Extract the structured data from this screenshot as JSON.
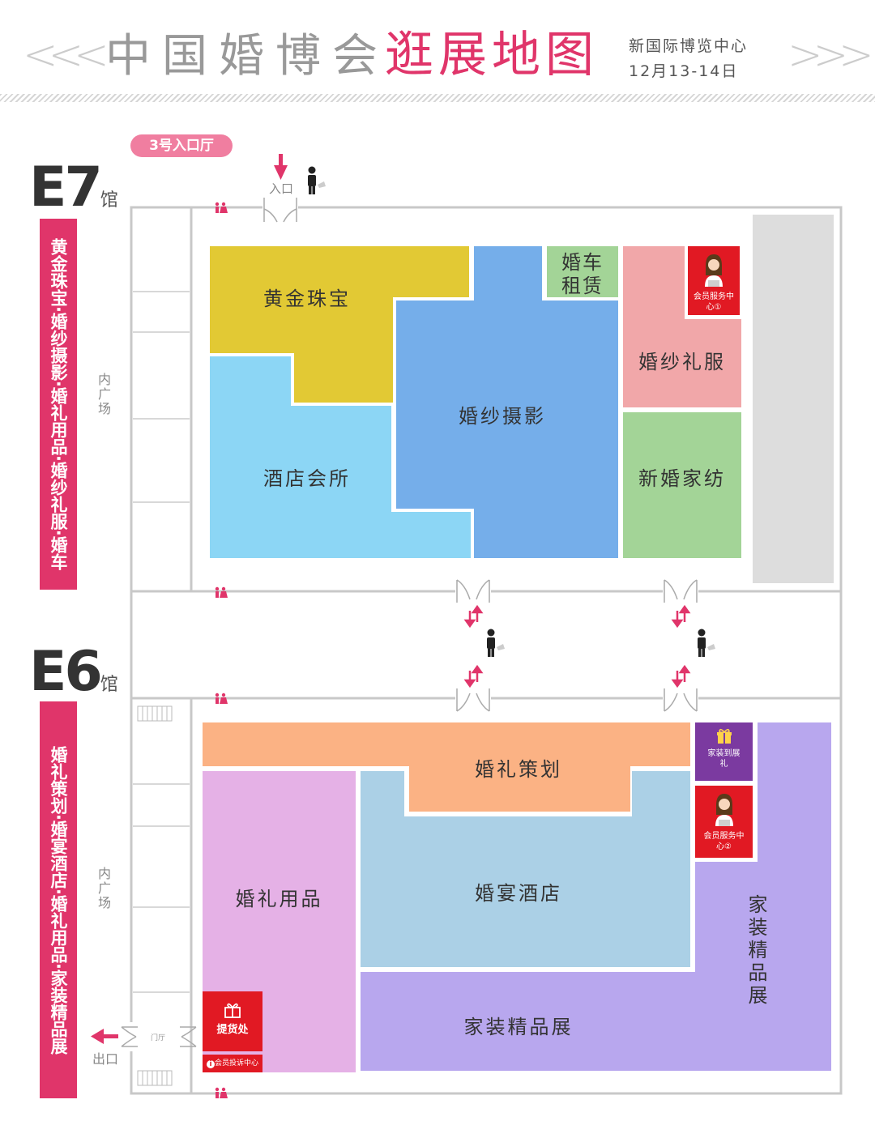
{
  "header": {
    "left_chevrons": "<<<",
    "title": "中国婚博会",
    "accent_title": "逛展地图",
    "venue": "新国际博览中心",
    "dates": "12月13-14日",
    "right_chevrons": ">>>"
  },
  "entrance_badge": "3号入口厅",
  "entrance_label": "入口",
  "halls": [
    {
      "code": "E7",
      "suffix": "馆",
      "banner": "黄金珠宝·婚纱摄影·婚礼用品·婚纱礼服·婚车",
      "inner_plaza": "内广场",
      "zones": [
        {
          "label": "黄金珠宝",
          "color": "#e2c934"
        },
        {
          "label": "酒店会所",
          "color": "#8cd6f5"
        },
        {
          "label": "婚纱摄影",
          "color": "#75aeea"
        },
        {
          "label": "婚车租赁",
          "color": "#a3d497"
        },
        {
          "label": "婚纱礼服",
          "color": "#f1a7a9"
        },
        {
          "label": "新婚家纺",
          "color": "#a3d497"
        }
      ],
      "member_service": "会员服务中心①"
    },
    {
      "code": "E6",
      "suffix": "馆",
      "banner": "婚礼策划·婚宴酒店·婚礼用品·家装精品展",
      "inner_plaza": "内广场",
      "zones": [
        {
          "label": "婚礼策划",
          "color": "#fbb284"
        },
        {
          "label": "婚礼用品",
          "color": "#e5b1e6"
        },
        {
          "label": "婚宴酒店",
          "color": "#abd0e6"
        },
        {
          "label": "家装精品展",
          "color": "#b8a7ee"
        },
        {
          "label": "家装精品展",
          "color": "#b8a7ee"
        }
      ],
      "gift_desk": "家装到展礼",
      "member_service": "会员服务中心②",
      "pickup": "提货处",
      "complaint": "会员投诉中心",
      "lobby": "门厅",
      "exit": "出口"
    }
  ],
  "colors": {
    "accent": "#e0356a",
    "service_red": "#e11923",
    "gift_purple": "#7b3aa0",
    "wall_gray": "#c8c8c8",
    "storage_gray": "#dddddd"
  },
  "icons": [
    "restroom-icon",
    "person-icon",
    "bidirectional-arrow-icon",
    "down-arrow-icon",
    "left-arrow-icon",
    "gift-icon",
    "info-icon",
    "staff-avatar-icon",
    "door-icon"
  ]
}
